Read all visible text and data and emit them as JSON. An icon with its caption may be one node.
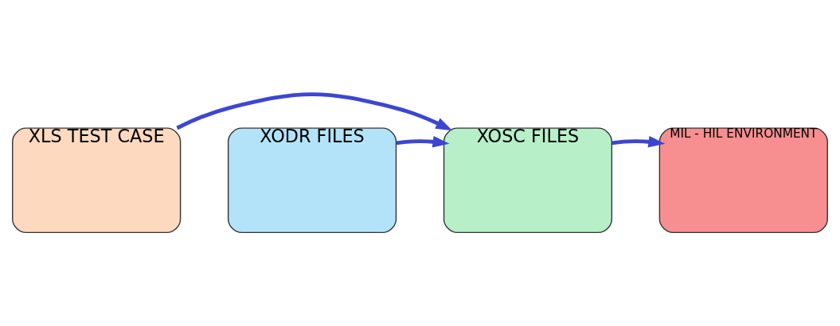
{
  "diagram": {
    "nodes": [
      {
        "text": [
          "XLS TEST CASE"
        ]
      },
      {
        "text": [
          "XODR FILES"
        ]
      },
      {
        "text": [
          "XOSC FILES"
        ]
      },
      {
        "text": [
          "MIL - HIL ENVIRONMENT"
        ]
      }
    ],
    "edges": [
      {
        "from": 1,
        "to": 2,
        "arrow": "to"
      },
      {
        "from": 0,
        "to": 2,
        "arrow": "to"
      },
      {
        "from": 2,
        "to": 3,
        "arrow": "to"
      }
    ]
  }
}
